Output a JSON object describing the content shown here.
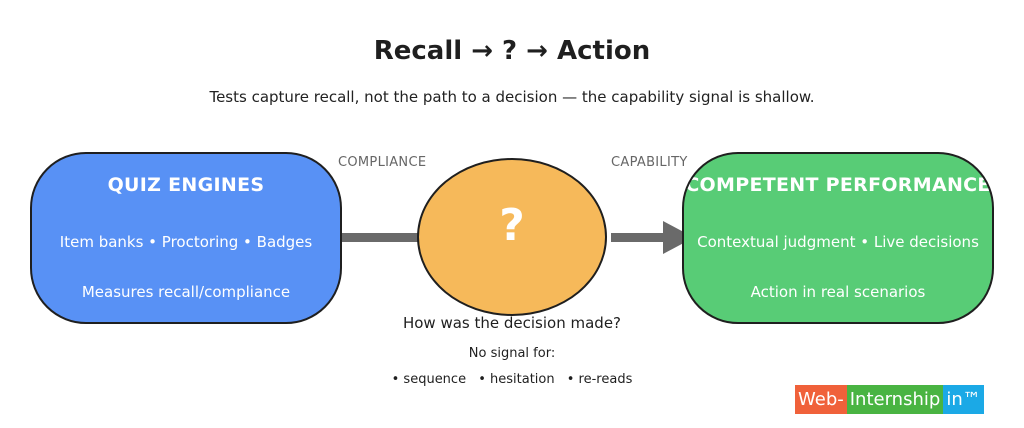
{
  "title": "Recall →  ?  → Action",
  "subtitle": "Tests capture recall, not the path to a decision — the capability signal is shallow.",
  "labels": {
    "compliance": "COMPLIANCE",
    "capability": "CAPABILITY"
  },
  "left_box": {
    "heading": "QUIZ ENGINES",
    "line1": "Item banks • Proctoring • Badges",
    "line2": "Measures recall/compliance",
    "color": "#5891f5"
  },
  "center": {
    "symbol": "?",
    "color": "#f6b95a"
  },
  "right_box": {
    "heading": "COMPETENT PERFORMANCE",
    "line1": "Contextual judgment • Live decisions",
    "line2": "Action in real scenarios",
    "color": "#58cc76"
  },
  "notes": {
    "question": "How was the decision made?",
    "no_signal": "No signal for:",
    "items": [
      "• sequence",
      "• hesitation",
      "• re-reads"
    ]
  },
  "logo": {
    "part1": "Web-",
    "part2": "Internship",
    "part3": "in™"
  },
  "colors": {
    "arrow": "#6a6a6a",
    "border": "#1f1f1f"
  }
}
